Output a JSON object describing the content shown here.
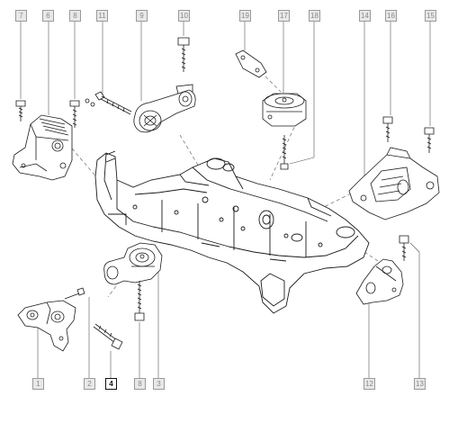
{
  "diagram": {
    "callouts": [
      {
        "id": "c7",
        "label": "7"
      },
      {
        "id": "c6",
        "label": "6"
      },
      {
        "id": "c8a",
        "label": "8"
      },
      {
        "id": "c11",
        "label": "11"
      },
      {
        "id": "c9",
        "label": "9"
      },
      {
        "id": "c10",
        "label": "10"
      },
      {
        "id": "c19",
        "label": "19"
      },
      {
        "id": "c17",
        "label": "17"
      },
      {
        "id": "c18",
        "label": "18"
      },
      {
        "id": "c14",
        "label": "14"
      },
      {
        "id": "c16",
        "label": "16"
      },
      {
        "id": "c15",
        "label": "15"
      },
      {
        "id": "c1",
        "label": "1"
      },
      {
        "id": "c2",
        "label": "2"
      },
      {
        "id": "c4",
        "label": "4"
      },
      {
        "id": "c8b",
        "label": "8"
      },
      {
        "id": "c3",
        "label": "3"
      },
      {
        "id": "c12",
        "label": "12"
      },
      {
        "id": "c13",
        "label": "13"
      }
    ],
    "colors": {
      "ink": "#1a1a1a",
      "leader": "#555555",
      "callout_bg": "#e8e8e8",
      "highlight": "#ffffff"
    }
  }
}
